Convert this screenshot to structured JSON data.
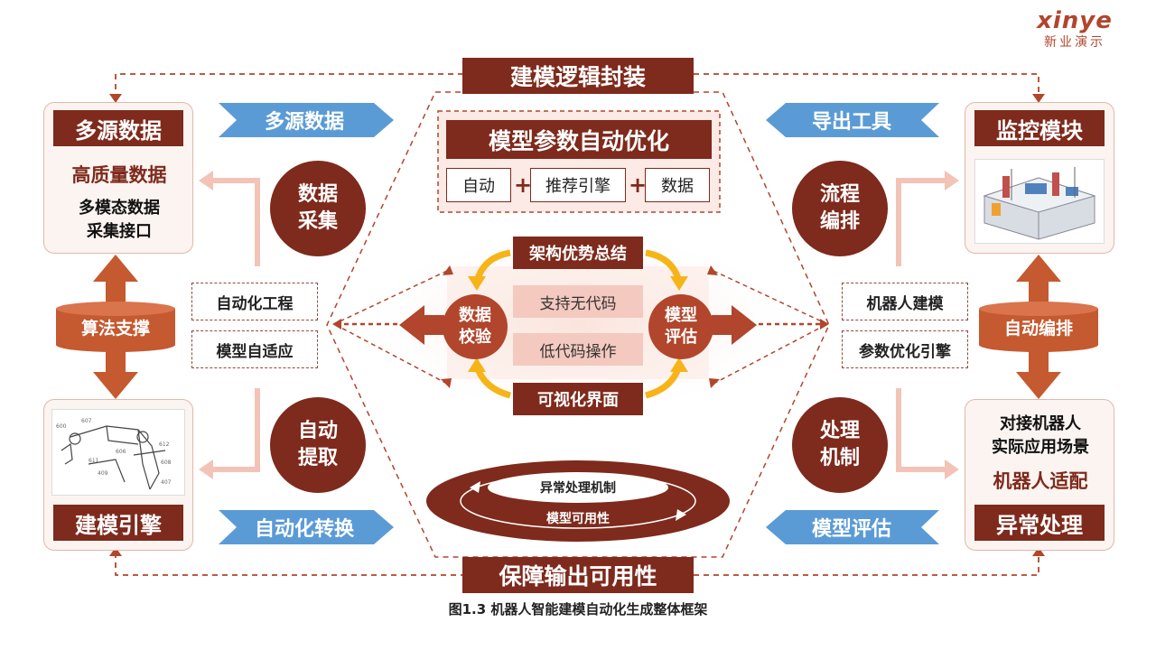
{
  "logo": {
    "wordmark": "xinye",
    "subtitle": "新业演示"
  },
  "top_banner": "建模逻辑封装",
  "bottom_banner": "保障输出可用性",
  "caption": "图1.3 机器人智能建模自动化生成整体框架",
  "left_top": {
    "header": "多源数据",
    "highlight": "高质量数据",
    "line1": "多模态数据",
    "line2": "采集接口"
  },
  "left_bottom": {
    "header": "建模引擎"
  },
  "right_top": {
    "header": "监控模块"
  },
  "right_bottom": {
    "line1": "对接机器人",
    "line2": "实际应用场景",
    "highlight": "机器人适配",
    "header": "异常处理"
  },
  "left_cylinder": "算法支撑",
  "right_cylinder": "自动编排",
  "blue_labels": {
    "top_left": "多源数据",
    "bottom_left": "自动化转换",
    "top_right": "导出工具",
    "bottom_right": "模型评估"
  },
  "circles": {
    "data_collect": [
      "数据",
      "采集"
    ],
    "auto_extract": [
      "自动",
      "提取"
    ],
    "flow_orchestrate": [
      "流程",
      "编排"
    ],
    "process_mechanism": [
      "处理",
      "机制"
    ]
  },
  "left_tags": [
    "自动化工程",
    "模型自适应"
  ],
  "right_tags": [
    "机器人建模",
    "参数优化引擎"
  ],
  "center": {
    "opt_title": "模型参数自动优化",
    "opt_items": [
      "自动",
      "推荐引擎",
      "数据"
    ],
    "plus": "+",
    "arch_title": "架构优势总结",
    "features": [
      "支持无代码",
      "低代码操作"
    ],
    "visual": "可视化界面",
    "left_node": [
      "数据",
      "校验"
    ],
    "right_node": [
      "模型",
      "评估"
    ],
    "ring_inner": "异常处理机制",
    "ring_outer": "模型可用性"
  },
  "colors": {
    "dark_red": "#7e2a1c",
    "accent_red": "#b1462c",
    "pink": "#f4c9bf",
    "blue": "#5b9bd5",
    "yellow": "#f6b419"
  }
}
